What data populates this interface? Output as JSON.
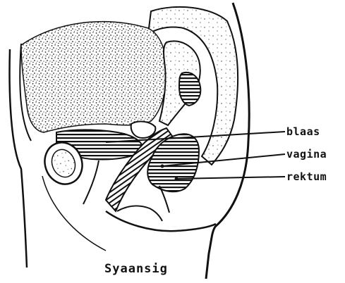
{
  "labels": {
    "bladder": "blaas",
    "vagina": "vagina",
    "rectum": "rektum"
  },
  "caption": "Syaansig",
  "colors": {
    "ink": "#111111",
    "paper": "#ffffff"
  }
}
